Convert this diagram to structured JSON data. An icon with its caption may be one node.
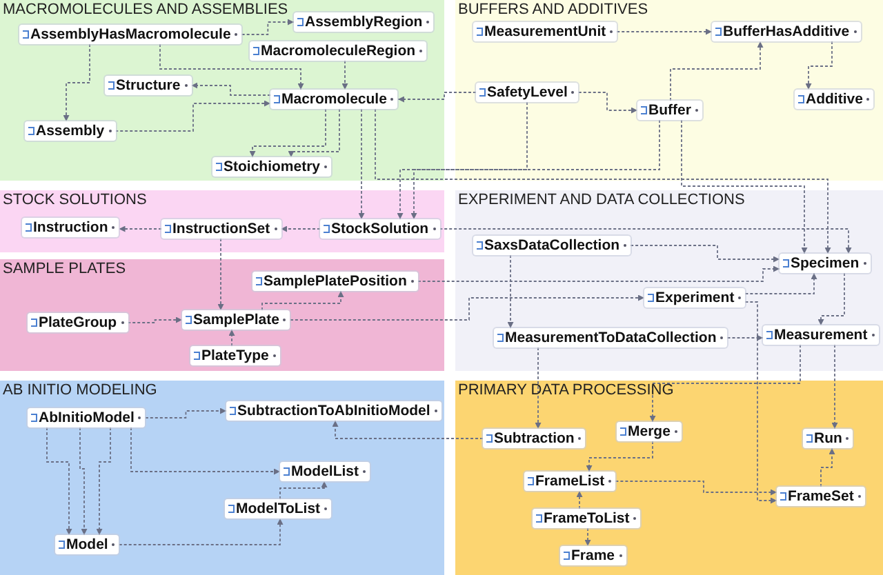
{
  "diagram": {
    "nodes": [
      {
        "text": [
          "MACROMOLECULES AND ASSEMBLIES"
        ]
      },
      {
        "text": [
          "AssemblyHasMacromolecule"
        ],
        "in": 0
      },
      {
        "text": [
          "AssemblyRegion"
        ],
        "in": 0
      },
      {
        "text": [
          "MacromoleculeRegion"
        ],
        "in": 0
      },
      {
        "text": [
          "Structure"
        ],
        "in": 0
      },
      {
        "text": [
          "Macromolecule"
        ],
        "in": 0
      },
      {
        "text": [
          "Assembly"
        ],
        "in": 0
      },
      {
        "text": [
          "Stoichiometry"
        ],
        "in": 0
      },
      {
        "text": [
          "BUFFERS AND ADDITIVES"
        ]
      },
      {
        "text": [
          "MeasurementUnit"
        ],
        "in": 8
      },
      {
        "text": [
          "BufferHasAdditive"
        ],
        "in": 8
      },
      {
        "text": [
          "SafetyLevel"
        ],
        "in": 8
      },
      {
        "text": [
          "Buffer"
        ],
        "in": 8
      },
      {
        "text": [
          "Additive"
        ],
        "in": 8
      },
      {
        "text": [
          "STOCK SOLUTIONS"
        ]
      },
      {
        "text": [
          "Instruction"
        ],
        "in": 14
      },
      {
        "text": [
          "InstructionSet"
        ],
        "in": 14
      },
      {
        "text": [
          "StockSolution"
        ],
        "in": 14
      },
      {
        "text": [
          "EXPERIMENT AND DATA COLLECTIONS"
        ]
      },
      {
        "text": [
          "SaxsDataCollection"
        ],
        "in": 18
      },
      {
        "text": [
          "Specimen"
        ],
        "in": 18
      },
      {
        "text": [
          "Experiment"
        ],
        "in": 18
      },
      {
        "text": [
          "MeasurementToDataCollection"
        ],
        "in": 18
      },
      {
        "text": [
          "Measurement"
        ],
        "in": 18
      },
      {
        "text": [
          "SAMPLE PLATES"
        ]
      },
      {
        "text": [
          "SamplePlatePosition"
        ],
        "in": 24
      },
      {
        "text": [
          "PlateGroup"
        ],
        "in": 24
      },
      {
        "text": [
          "SamplePlate"
        ],
        "in": 24
      },
      {
        "text": [
          "PlateType"
        ],
        "in": 24
      },
      {
        "text": [
          "AB INITIO MODELING"
        ]
      },
      {
        "text": [
          "AbInitioModel"
        ],
        "in": 29
      },
      {
        "text": [
          "SubtractionToAbInitioModel"
        ],
        "in": 29
      },
      {
        "text": [
          "ModelList"
        ],
        "in": 29
      },
      {
        "text": [
          "ModelToList"
        ],
        "in": 29
      },
      {
        "text": [
          "Model"
        ],
        "in": 29
      },
      {
        "text": [
          "PRIMARY DATA PROCESSING"
        ]
      },
      {
        "text": [
          "Subtraction"
        ],
        "in": 35
      },
      {
        "text": [
          "Merge"
        ],
        "in": 35
      },
      {
        "text": [
          "Run"
        ],
        "in": 35
      },
      {
        "text": [
          "FrameList"
        ],
        "in": 35
      },
      {
        "text": [
          "FrameSet"
        ],
        "in": 35
      },
      {
        "text": [
          "FrameToList"
        ],
        "in": 35
      },
      {
        "text": [
          "Frame"
        ],
        "in": 35
      }
    ],
    "edges": [
      {
        "from": 1,
        "to": 2,
        "arrow": "to"
      },
      {
        "from": 1,
        "to": 6,
        "arrow": "to"
      },
      {
        "from": 1,
        "to": 5,
        "arrow": "to"
      },
      {
        "from": 5,
        "to": 4,
        "arrow": "to"
      },
      {
        "from": 6,
        "to": 5,
        "arrow": "to"
      },
      {
        "from": 5,
        "to": 7,
        "arrow": "to"
      },
      {
        "from": 5,
        "to": 7,
        "arrow": "to"
      },
      {
        "from": 3,
        "to": 5,
        "arrow": "to"
      },
      {
        "from": 11,
        "to": 5,
        "arrow": "to"
      },
      {
        "from": 11,
        "to": 12,
        "arrow": "to"
      },
      {
        "from": 9,
        "to": 10,
        "arrow": "to"
      },
      {
        "from": 12,
        "to": 10,
        "arrow": "to"
      },
      {
        "from": 10,
        "to": 13,
        "arrow": "to"
      },
      {
        "from": 5,
        "to": 17,
        "arrow": "to"
      },
      {
        "from": 5,
        "to": 20,
        "arrow": "to"
      },
      {
        "from": 12,
        "to": 17,
        "arrow": "to"
      },
      {
        "from": 11,
        "to": 17,
        "arrow": "to"
      },
      {
        "from": 12,
        "to": 20,
        "arrow": "to"
      },
      {
        "from": 17,
        "to": 20,
        "arrow": "to"
      },
      {
        "from": 16,
        "to": 15,
        "arrow": "to"
      },
      {
        "from": 17,
        "to": 16,
        "arrow": "to"
      },
      {
        "from": 16,
        "to": 27,
        "arrow": "to"
      },
      {
        "from": 26,
        "to": 27,
        "arrow": "to"
      },
      {
        "from": 28,
        "to": 27,
        "arrow": "to"
      },
      {
        "from": 27,
        "to": 25,
        "arrow": "to"
      },
      {
        "from": 25,
        "to": 20,
        "arrow": "to"
      },
      {
        "from": 27,
        "to": 21,
        "arrow": "to"
      },
      {
        "from": 19,
        "to": 20,
        "arrow": "to"
      },
      {
        "from": 21,
        "to": 20,
        "arrow": "to"
      },
      {
        "from": 19,
        "to": 22,
        "arrow": "to"
      },
      {
        "from": 22,
        "to": 23,
        "arrow": "to"
      },
      {
        "from": 20,
        "to": 23,
        "arrow": "to"
      },
      {
        "from": 21,
        "to": 40,
        "arrow": "to"
      },
      {
        "from": 22,
        "to": 36,
        "arrow": "to"
      },
      {
        "from": 23,
        "to": 37,
        "arrow": "to"
      },
      {
        "from": 23,
        "to": 38,
        "arrow": "to"
      },
      {
        "from": 37,
        "to": 39,
        "arrow": "to"
      },
      {
        "from": 39,
        "to": 40,
        "arrow": "to"
      },
      {
        "from": 40,
        "to": 38,
        "arrow": "to"
      },
      {
        "from": 41,
        "to": 39,
        "arrow": "to"
      },
      {
        "from": 41,
        "to": 42,
        "arrow": "to"
      },
      {
        "from": 36,
        "to": 31,
        "arrow": "to"
      },
      {
        "from": 30,
        "to": 31,
        "arrow": "to"
      },
      {
        "from": 30,
        "to": 32,
        "arrow": "to"
      },
      {
        "from": 30,
        "to": 34,
        "arrow": "to"
      },
      {
        "from": 30,
        "to": 34,
        "arrow": "to"
      },
      {
        "from": 30,
        "to": 34,
        "arrow": "to"
      },
      {
        "from": 34,
        "to": 33,
        "arrow": "to"
      },
      {
        "from": 33,
        "to": 32,
        "arrow": "to"
      }
    ]
  }
}
